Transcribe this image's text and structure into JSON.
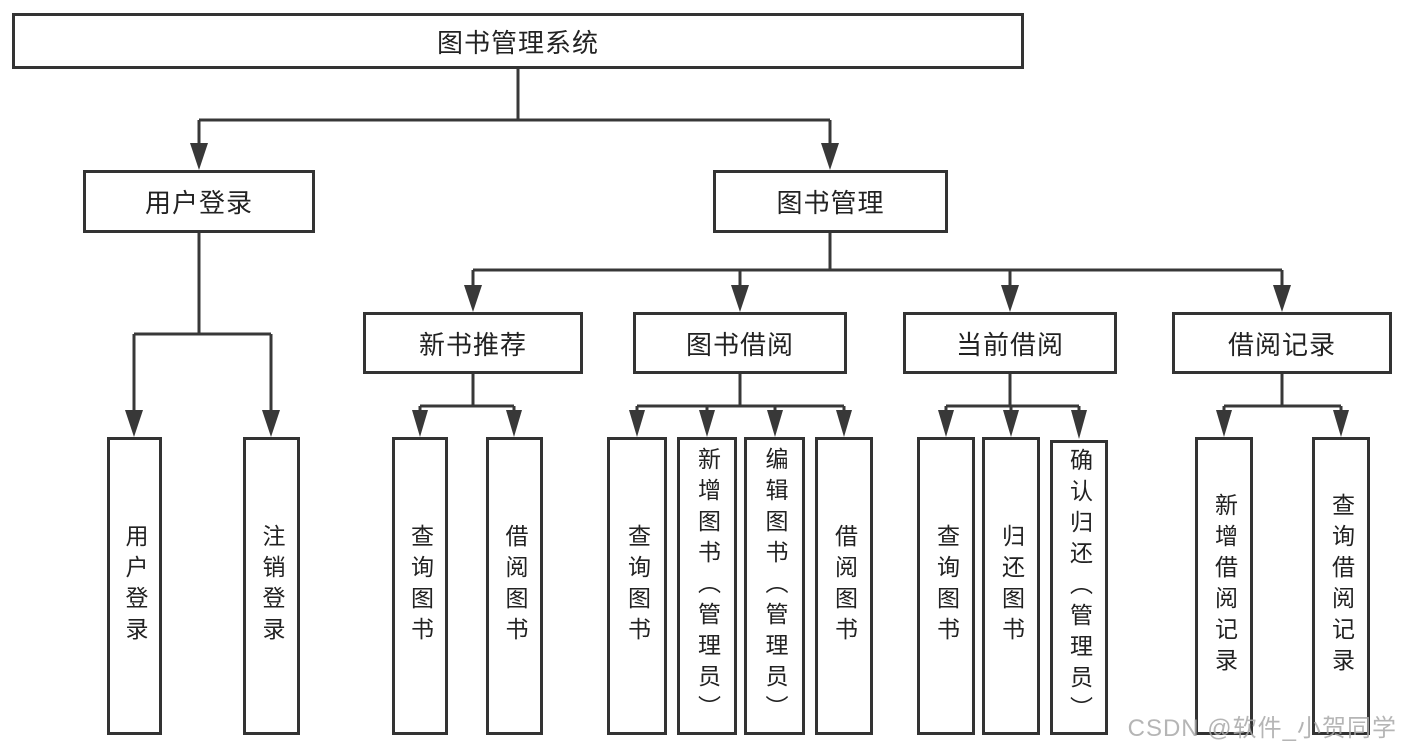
{
  "diagram": {
    "root": {
      "label": "图书管理系统",
      "children": [
        {
          "label": "用户登录",
          "children": [
            {
              "label": "用户登录"
            },
            {
              "label": "注销登录"
            }
          ]
        },
        {
          "label": "图书管理",
          "children": [
            {
              "label": "新书推荐",
              "children": [
                {
                  "label": "查询图书"
                },
                {
                  "label": "借阅图书"
                }
              ]
            },
            {
              "label": "图书借阅",
              "children": [
                {
                  "label": "查询图书"
                },
                {
                  "label": "新增图书（管理员）"
                },
                {
                  "label": "编辑图书（管理员）"
                },
                {
                  "label": "借阅图书"
                }
              ]
            },
            {
              "label": "当前借阅",
              "children": [
                {
                  "label": "查询图书"
                },
                {
                  "label": "归还图书"
                },
                {
                  "label": "确认归还（管理员）"
                }
              ]
            },
            {
              "label": "借阅记录",
              "children": [
                {
                  "label": "新增借阅记录"
                },
                {
                  "label": "查询借阅记录"
                }
              ]
            }
          ]
        }
      ]
    }
  },
  "watermark": {
    "text": "CSDN @软件_小贺同学",
    "color": "#a9a9a9"
  },
  "colors": {
    "line": "#383838",
    "box_border": "#333333",
    "text": "#222222",
    "background": "#ffffff"
  }
}
